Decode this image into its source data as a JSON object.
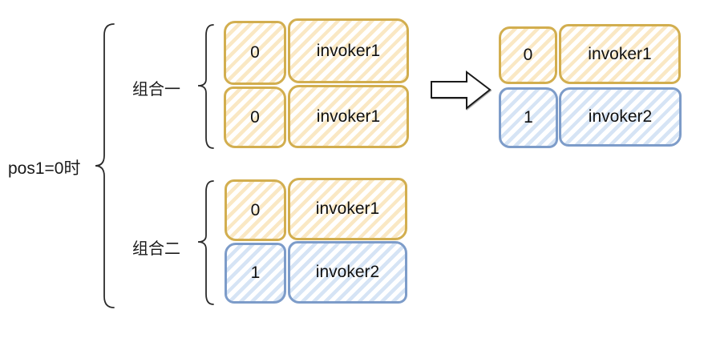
{
  "condition_label": "pos1=0时",
  "groups": [
    {
      "label": "组合一",
      "rows": [
        {
          "index": "0",
          "invoker": "invoker1",
          "color": "yellow"
        },
        {
          "index": "0",
          "invoker": "invoker1",
          "color": "yellow"
        }
      ]
    },
    {
      "label": "组合二",
      "rows": [
        {
          "index": "0",
          "invoker": "invoker1",
          "color": "yellow"
        },
        {
          "index": "1",
          "invoker": "invoker2",
          "color": "blue"
        }
      ]
    }
  ],
  "result": {
    "rows": [
      {
        "index": "0",
        "invoker": "invoker1",
        "color": "yellow"
      },
      {
        "index": "1",
        "invoker": "invoker2",
        "color": "blue"
      }
    ]
  },
  "icons": {
    "arrow": "right-block-arrow"
  },
  "colors": {
    "yellow_border": "#D2AE4F",
    "yellow_fill": "#FAE8C4",
    "blue_border": "#7D9CC9",
    "blue_fill": "#D6E4F5",
    "line": "#2b2b2b",
    "text": "#111111",
    "background": "#ffffff"
  }
}
